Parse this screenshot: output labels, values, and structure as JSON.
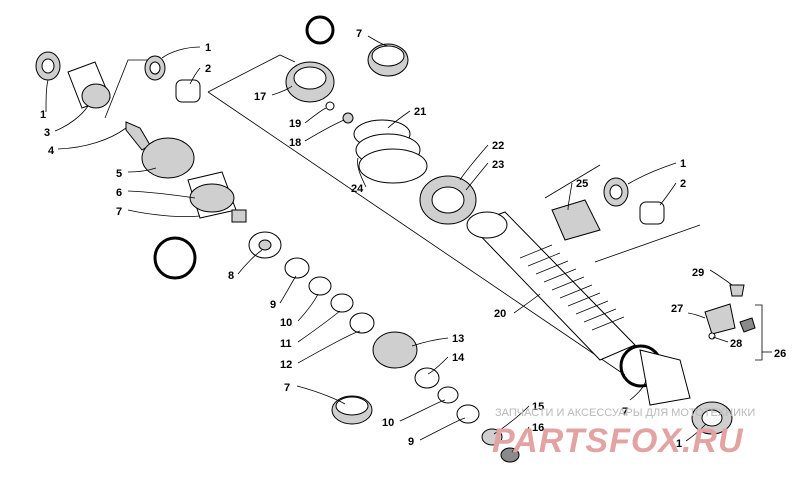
{
  "callouts": [
    {
      "id": "c1a",
      "label": "1"
    },
    {
      "id": "c2a",
      "label": "2"
    },
    {
      "id": "c1b",
      "label": "1"
    },
    {
      "id": "c3",
      "label": "3"
    },
    {
      "id": "c4",
      "label": "4"
    },
    {
      "id": "c5",
      "label": "5"
    },
    {
      "id": "c6",
      "label": "6"
    },
    {
      "id": "c7a",
      "label": "7"
    },
    {
      "id": "c8",
      "label": "8"
    },
    {
      "id": "c9a",
      "label": "9"
    },
    {
      "id": "c10a",
      "label": "10"
    },
    {
      "id": "c11",
      "label": "11"
    },
    {
      "id": "c12",
      "label": "12"
    },
    {
      "id": "c7b",
      "label": "7"
    },
    {
      "id": "c13",
      "label": "13"
    },
    {
      "id": "c14",
      "label": "14"
    },
    {
      "id": "c10b",
      "label": "10"
    },
    {
      "id": "c9b",
      "label": "9"
    },
    {
      "id": "c15",
      "label": "15"
    },
    {
      "id": "c16",
      "label": "16"
    },
    {
      "id": "c7c",
      "label": "7"
    },
    {
      "id": "c17",
      "label": "17"
    },
    {
      "id": "c19",
      "label": "19"
    },
    {
      "id": "c18",
      "label": "18"
    },
    {
      "id": "c21",
      "label": "21"
    },
    {
      "id": "c24",
      "label": "24"
    },
    {
      "id": "c22",
      "label": "22"
    },
    {
      "id": "c23",
      "label": "23"
    },
    {
      "id": "c25",
      "label": "25"
    },
    {
      "id": "c1c",
      "label": "1"
    },
    {
      "id": "c2b",
      "label": "2"
    },
    {
      "id": "c20",
      "label": "20"
    },
    {
      "id": "c29",
      "label": "29"
    },
    {
      "id": "c27",
      "label": "27"
    },
    {
      "id": "c28",
      "label": "28"
    },
    {
      "id": "c26",
      "label": "26"
    },
    {
      "id": "c7d",
      "label": "7"
    },
    {
      "id": "c1d",
      "label": "1"
    }
  ],
  "watermark": {
    "text": "ЗАПЧАСТИ И АКСЕССУАРЫ ДЛЯ МОТОТЕХНИКИ",
    "logo": "PARTSFOX.RU"
  }
}
